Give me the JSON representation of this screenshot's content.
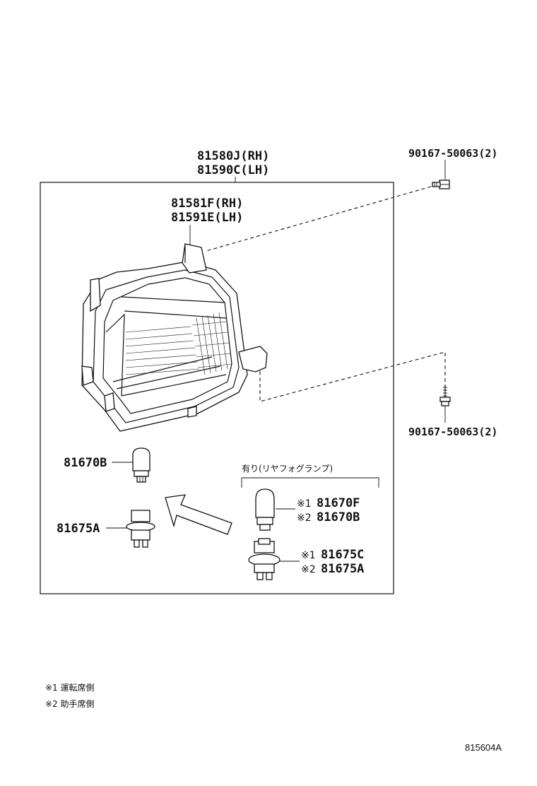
{
  "assembly": {
    "rh": "81580J(RH)",
    "lh": "81590C(LH)"
  },
  "lens": {
    "rh": "81581F(RH)",
    "lh": "81591E(LH)"
  },
  "screw_top": "90167-50063(2)",
  "screw_bottom": "90167-50063(2)",
  "bulb_left": "81670B",
  "socket_left": "81675A",
  "option_group": {
    "title": "有り(リヤフォグランプ)",
    "bulb": [
      {
        "mark": "※1",
        "code": "81670F"
      },
      {
        "mark": "※2",
        "code": "81670B"
      }
    ],
    "socket": [
      {
        "mark": "※1",
        "code": "81675C"
      },
      {
        "mark": "※2",
        "code": "81675A"
      }
    ]
  },
  "footnotes": [
    "※1 運転席側",
    "※2 助手席側"
  ],
  "diagram_code": "815604A"
}
